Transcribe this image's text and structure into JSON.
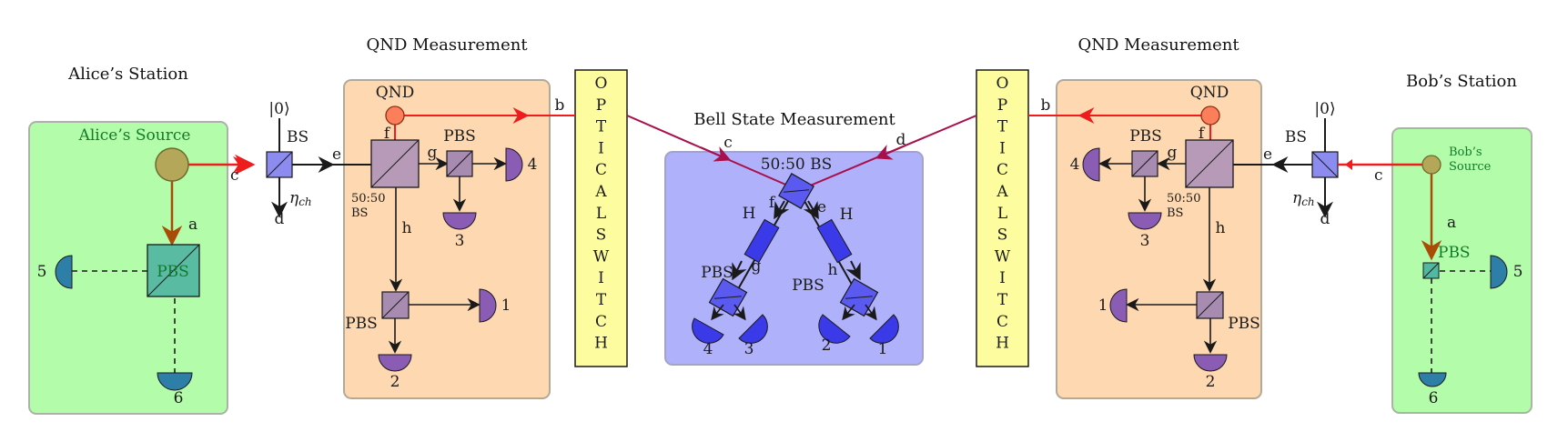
{
  "colors": {
    "alice_panel": "#b3fca9",
    "qnd_panel": "#fdd8b0",
    "bell_panel": "#b0b1fb",
    "switch_panel": "#fdfd9f",
    "source": "#b5a75a",
    "qnd_source": "#fd7e5b",
    "bs": "#8b8bf0",
    "pbs_qnd": "#a78bb0",
    "detector": "#8b5cb3",
    "detector_station": "#2e7fa8",
    "detector_bell": "#3a3ae8",
    "laser_red": "#ee1c1c",
    "pump": "#a84c08",
    "fiber": "#a8104c"
  },
  "labels": {
    "alice_station": "Alice’s Station",
    "alice_source": "Alice’s Source",
    "bob_station": "Bob’s Station",
    "bob_source_1": "Bob’s",
    "bob_source_2": "Source",
    "qnd_measurement": "QND Measurement",
    "qnd": "QND",
    "bell_state_measurement": "Bell State Measurement",
    "bs_5050": "50:50 BS",
    "bs_small_1": "50:50",
    "bs_small_2": "BS",
    "pbs": "PBS",
    "bs": "BS",
    "ket0": "|0⟩",
    "eta": "η",
    "eta_sub": "ch",
    "h": "H",
    "switch_letters": [
      "O",
      "P",
      "T",
      "I",
      "C",
      "A",
      "L",
      "S",
      "W",
      "I",
      "T",
      "C",
      "H"
    ],
    "mode_a": "a",
    "mode_b": "b",
    "mode_c": "c",
    "mode_d": "d",
    "mode_e": "e",
    "mode_f": "f",
    "mode_g": "g",
    "mode_h": "h",
    "det_1": "1",
    "det_2": "2",
    "det_3": "3",
    "det_4": "4",
    "det_5": "5",
    "det_6": "6"
  }
}
